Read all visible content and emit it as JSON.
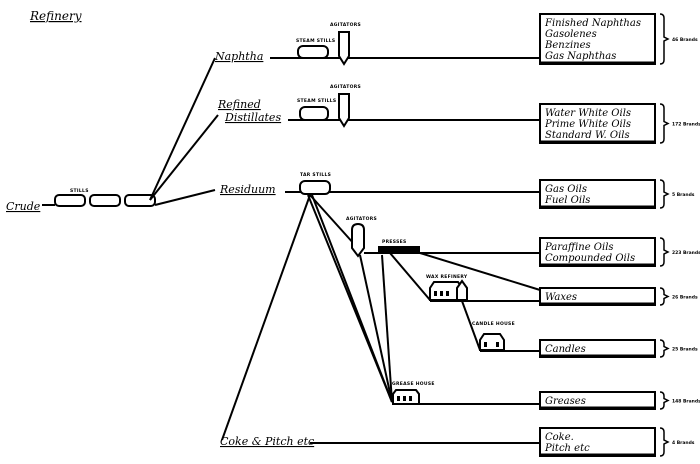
{
  "title": "Refinery",
  "crude": "Crude",
  "stills": "STILLS",
  "streams": {
    "naphtha": "Naphtha",
    "distillates": [
      "Refined",
      "Distillates"
    ],
    "residuum": "Residuum",
    "coke": "Coke & Pitch etc"
  },
  "equipment": {
    "steam_stills": "STEAM STILLS",
    "agitators": "AGITATORS",
    "tar_stills": "TAR STILLS",
    "presses": "PRESSES",
    "wax_refinery": "WAX REFINERY",
    "candle_house": "CANDLE HOUSE",
    "grease_house": "GREASE HOUSE"
  },
  "products": [
    {
      "lines": [
        "Finished Naphthas",
        "Gasolenes",
        "Benzines",
        "Gas Naphthas"
      ],
      "qty": "46 Brands"
    },
    {
      "lines": [
        "Water White Oils",
        "Prime White Oils",
        "Standard W. Oils"
      ],
      "qty": "172 Brands"
    },
    {
      "lines": [
        "Gas Oils",
        "Fuel Oils"
      ],
      "qty": "5 Brands"
    },
    {
      "lines": [
        "Paraffine Oils",
        "Compounded Oils"
      ],
      "qty": "223 Brands"
    },
    {
      "lines": [
        "Waxes"
      ],
      "qty": "26 Brands"
    },
    {
      "lines": [
        "Candles"
      ],
      "qty": "25 Brands"
    },
    {
      "lines": [
        "Greases"
      ],
      "qty": "148 Brands"
    },
    {
      "lines": [
        "Coke.",
        "Pitch etc"
      ],
      "qty": "4 Brands"
    }
  ]
}
